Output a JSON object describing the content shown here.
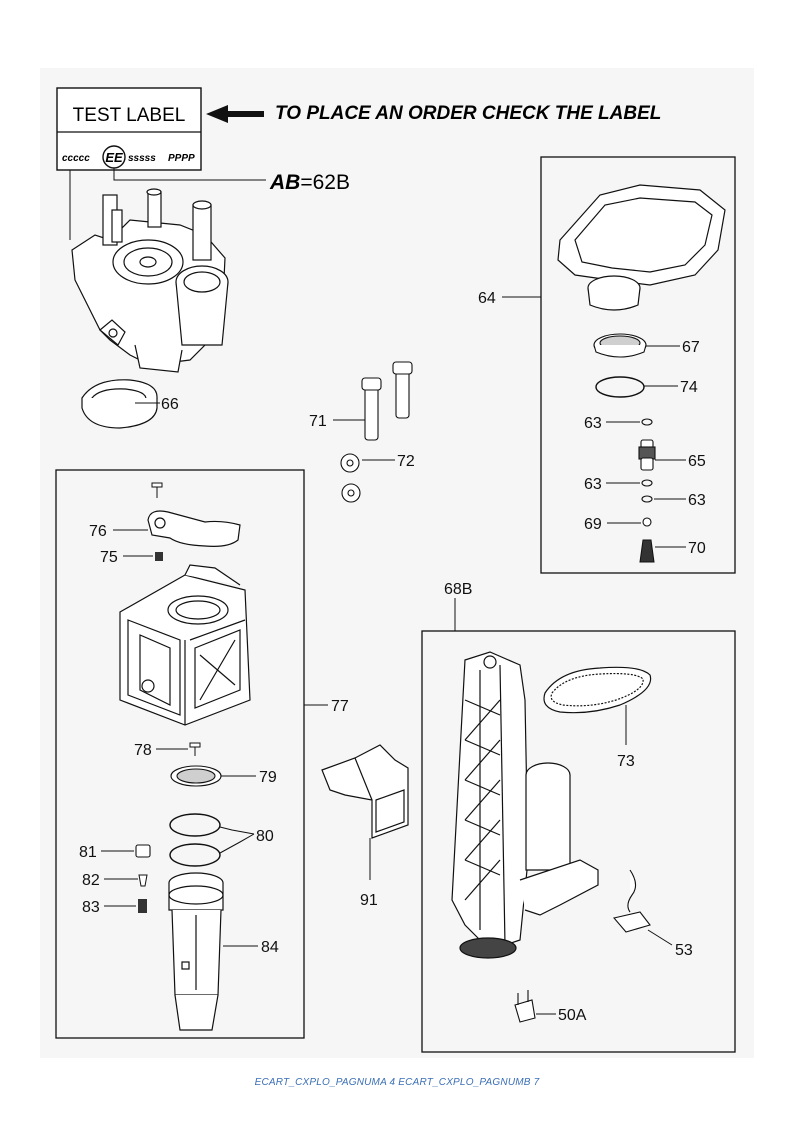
{
  "header": {
    "test_label": "TEST LABEL",
    "code_prefix": "ccccc",
    "code_badge": "EE",
    "code_mid": "sssss",
    "code_suffix": "PPPP",
    "order_note": "TO PLACE AN ORDER CHECK THE LABEL",
    "ab_prefix": "AB",
    "ab_value": "=62B"
  },
  "callouts": {
    "p64": "64",
    "p67": "67",
    "p74": "74",
    "p63a": "63",
    "p65": "65",
    "p63b": "63",
    "p63c": "63",
    "p69": "69",
    "p70": "70",
    "p66": "66",
    "p71": "71",
    "p72": "72",
    "p76": "76",
    "p75": "75",
    "p77": "77",
    "p78": "78",
    "p79": "79",
    "p80": "80",
    "p81": "81",
    "p82": "82",
    "p83": "83",
    "p84": "84",
    "p91": "91",
    "p68b": "68B",
    "p73": "73",
    "p53": "53",
    "p50a": "50A"
  },
  "footer": {
    "text": "ECART_CXPLO_PAGNUMA 4 ECART_CXPLO_PAGNUMB 7"
  }
}
